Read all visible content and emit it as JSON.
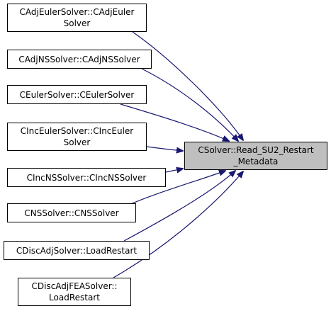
{
  "diagram": {
    "target": {
      "line1": "CSolver::Read_SU2_Restart",
      "line2": "_Metadata"
    },
    "callers": [
      {
        "line1": "CAdjEulerSolver::CAdjEuler",
        "line2": "Solver"
      },
      {
        "line1": "CAdjNSSolver::CAdjNSSolver",
        "line2": ""
      },
      {
        "line1": "CEulerSolver::CEulerSolver",
        "line2": ""
      },
      {
        "line1": "CIncEulerSolver::CIncEuler",
        "line2": "Solver"
      },
      {
        "line1": "CIncNSSolver::CIncNSSolver",
        "line2": ""
      },
      {
        "line1": "CNSSolver::CNSSolver",
        "line2": ""
      },
      {
        "line1": "CDiscAdjSolver::LoadRestart",
        "line2": ""
      },
      {
        "line1": "CDiscAdjFEASolver::",
        "line2": "LoadRestart"
      }
    ],
    "colors": {
      "edge": "#191970",
      "node_border": "#000000",
      "target_fill": "#bfbfbf"
    }
  }
}
